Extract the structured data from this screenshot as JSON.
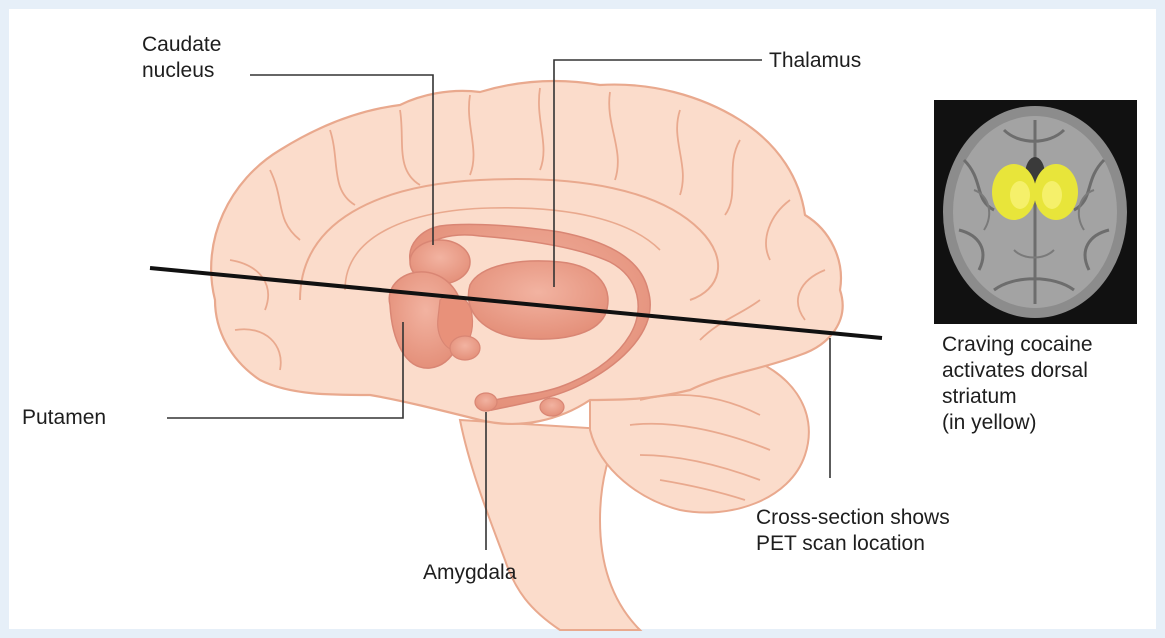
{
  "labels": {
    "caudate": "Caudate\nnucleus",
    "thalamus": "Thalamus",
    "putamen": "Putamen",
    "amygdala": "Amygdala",
    "cross_section": "Cross-section shows\nPET scan location",
    "craving": "Craving cocaine\nactivates dorsal\nstriatum\n(in yellow)"
  },
  "colors": {
    "background": "#e6eff8",
    "brain_fill": "#fbdccb",
    "brain_outline": "#e9a98e",
    "structures": "#eea18c",
    "structure_outline": "#d98674",
    "highlight": "#e8e53a",
    "scan_background": "#111111",
    "leader_lines": "#333333"
  }
}
